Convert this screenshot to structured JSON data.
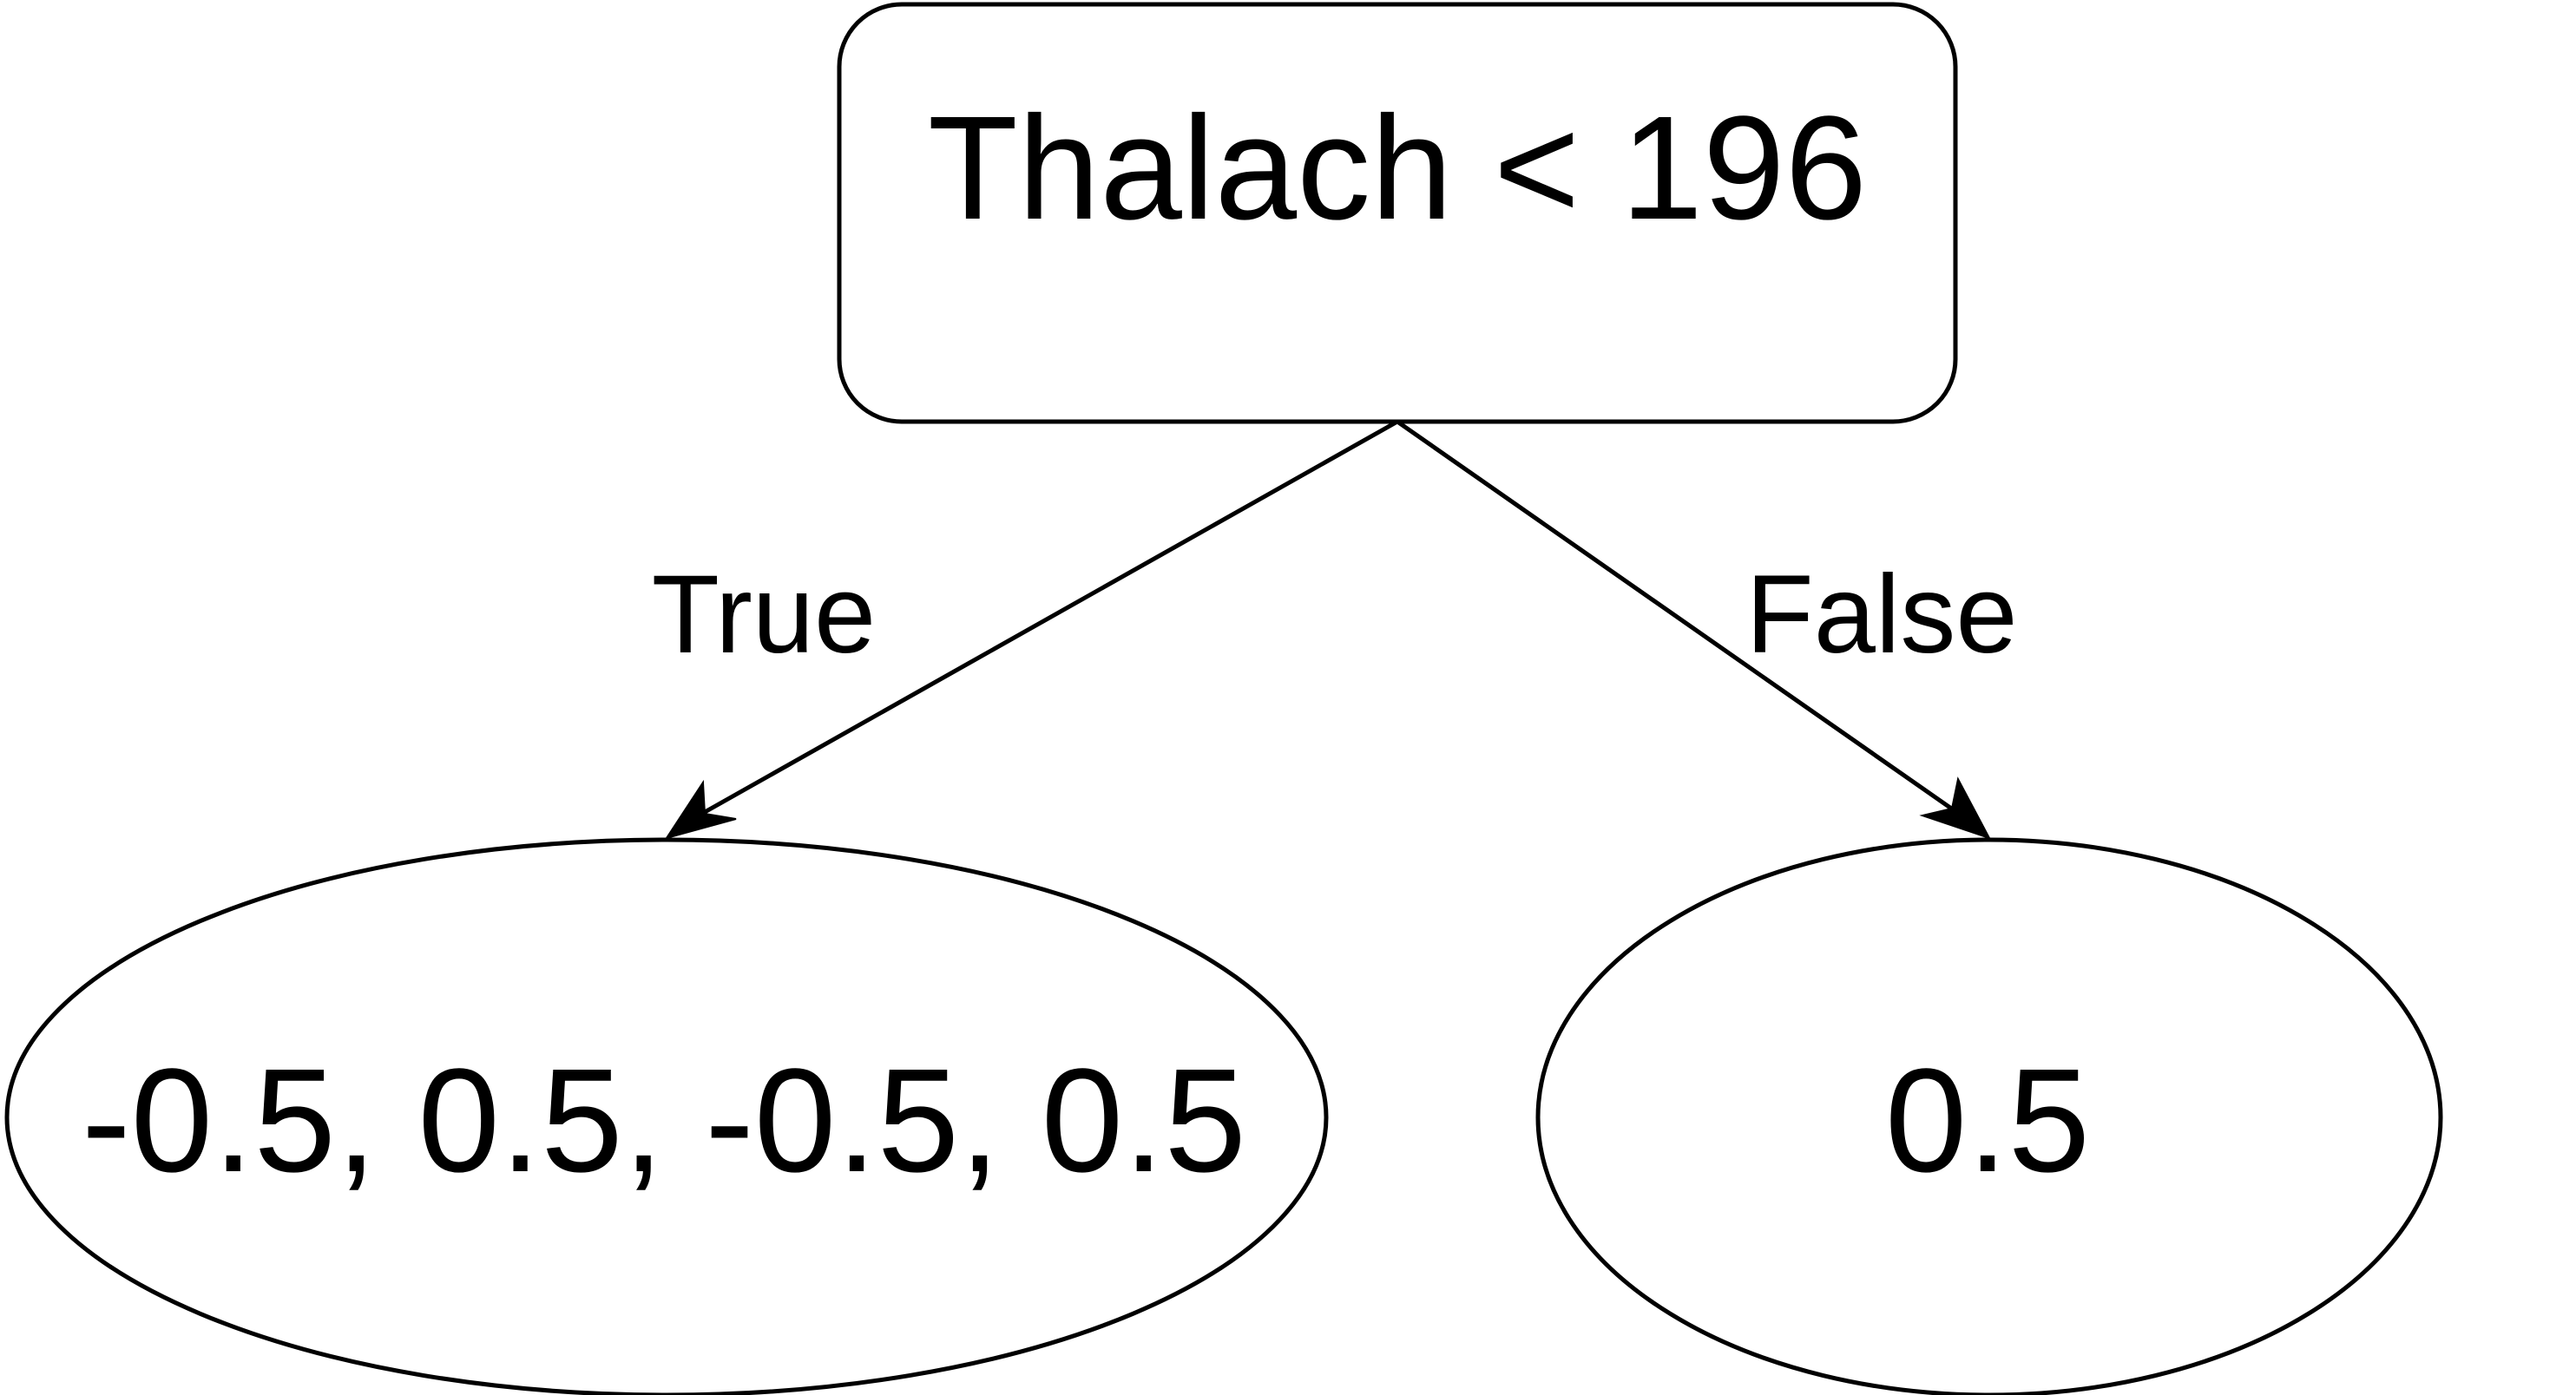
{
  "root": {
    "label": "Thalach < 196"
  },
  "edges": {
    "true_label": "True",
    "false_label": "False"
  },
  "leaves": {
    "left": "-0.5, 0.5, -0.5, 0.5",
    "right": "0.5"
  },
  "colors": {
    "stroke": "#000000",
    "fill": "#ffffff"
  }
}
